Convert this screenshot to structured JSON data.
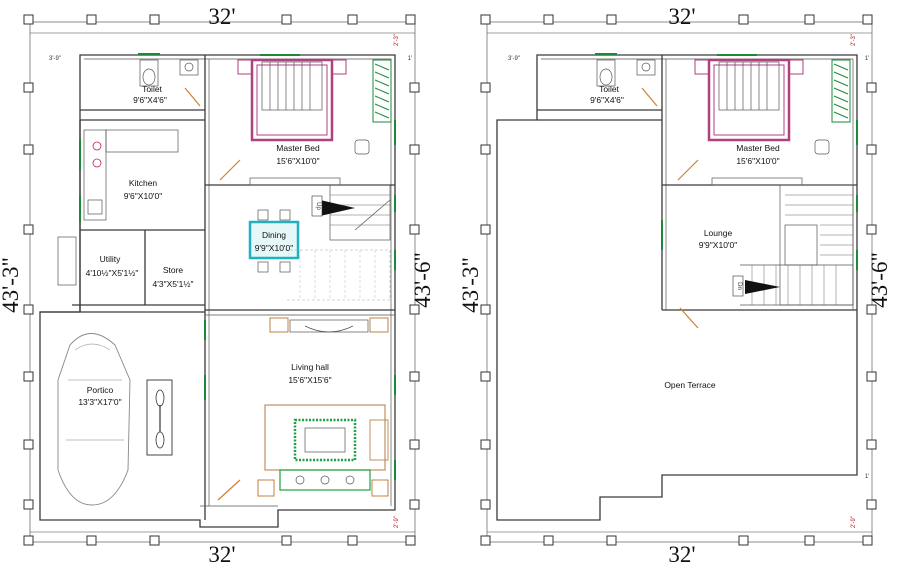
{
  "ground_floor": {
    "top_width": "32'",
    "bottom_width": "32'",
    "left_depth": "43'-3\"",
    "right_depth": "43'-6\"",
    "top_left_offset": "3'-9\"",
    "top_right_offset_a": "2'-3\"",
    "top_right_offset_b": "1'",
    "bottom_right_offset": "2'-9\"",
    "stair_label": "Up",
    "rooms": {
      "toilet": {
        "name": "Toilet",
        "size": "9'6\"X4'6\""
      },
      "master_bed": {
        "name": "Master Bed",
        "size": "15'6\"X10'0\""
      },
      "kitchen": {
        "name": "Kitchen",
        "size": "9'6\"X10'0\""
      },
      "dining": {
        "name": "Dining",
        "size": "9'9\"X10'0\""
      },
      "utility": {
        "name": "Utility",
        "size": "4'10½\"X5'1½\""
      },
      "store": {
        "name": "Store",
        "size": "4'3\"X5'1½\""
      },
      "portico": {
        "name": "Portico",
        "size": "13'3\"X17'0\""
      },
      "living_hall": {
        "name": "Living hall",
        "size": "15'6\"X15'6\""
      }
    }
  },
  "first_floor": {
    "top_width": "32'",
    "bottom_width": "32'",
    "left_depth": "43'-3\"",
    "right_depth": "43'-6\"",
    "top_left_offset": "3'-9\"",
    "top_right_offset_a": "2'-3\"",
    "top_right_offset_b": "1'",
    "mid_right_offset": "1'",
    "bottom_right_offset": "2'-9\"",
    "stair_label": "Dn",
    "rooms": {
      "toilet": {
        "name": "Toilet",
        "size": "9'6\"X4'6\""
      },
      "master_bed": {
        "name": "Master Bed",
        "size": "15'6\"X10'0\""
      },
      "lounge": {
        "name": "Lounge",
        "size": "9'9\"X10'0\""
      },
      "open_terrace": {
        "name": "Open Terrace"
      }
    }
  },
  "colors": {
    "wall": "#3a3a3a",
    "bed_accent": "#b04080",
    "window_green": "#1a8a3a",
    "door_orange": "#d08030",
    "dining_cyan": "#20b0c0",
    "sofa_green": "#20a040"
  }
}
